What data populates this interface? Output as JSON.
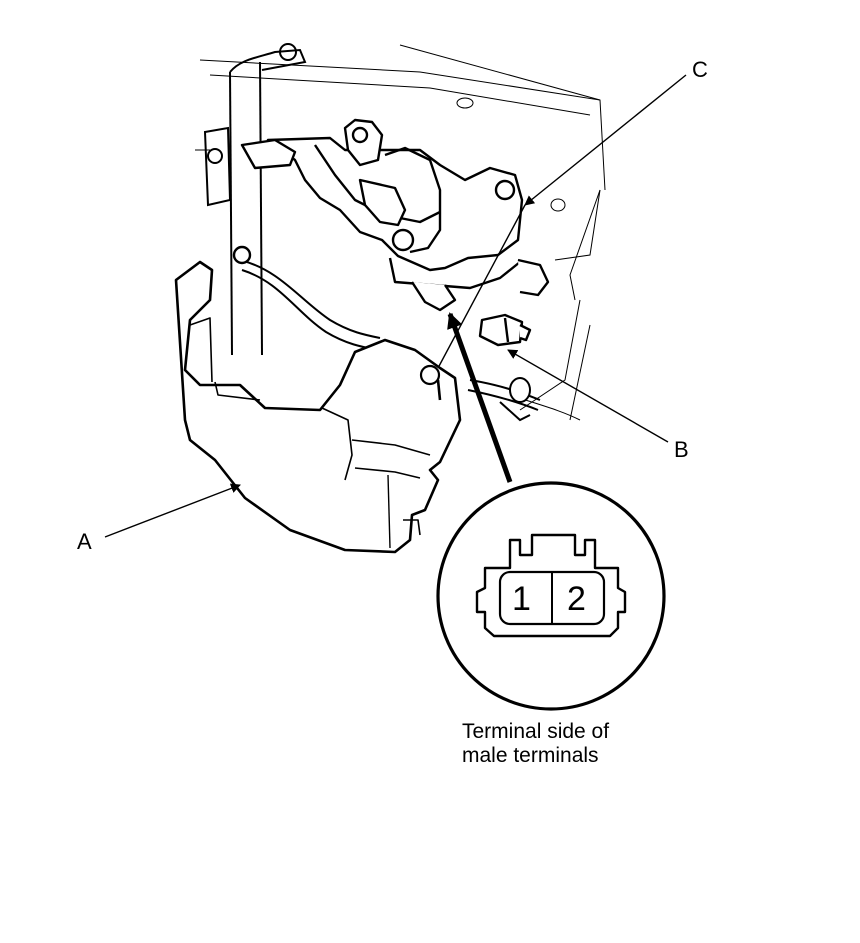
{
  "callouts": {
    "a": "A",
    "b": "B",
    "c": "C"
  },
  "connector": {
    "pin_1": "1",
    "pin_2": "2"
  },
  "caption": {
    "line1": "Terminal side of",
    "line2": "male terminals"
  },
  "colors": {
    "ink": "#000000",
    "paper": "#ffffff"
  }
}
